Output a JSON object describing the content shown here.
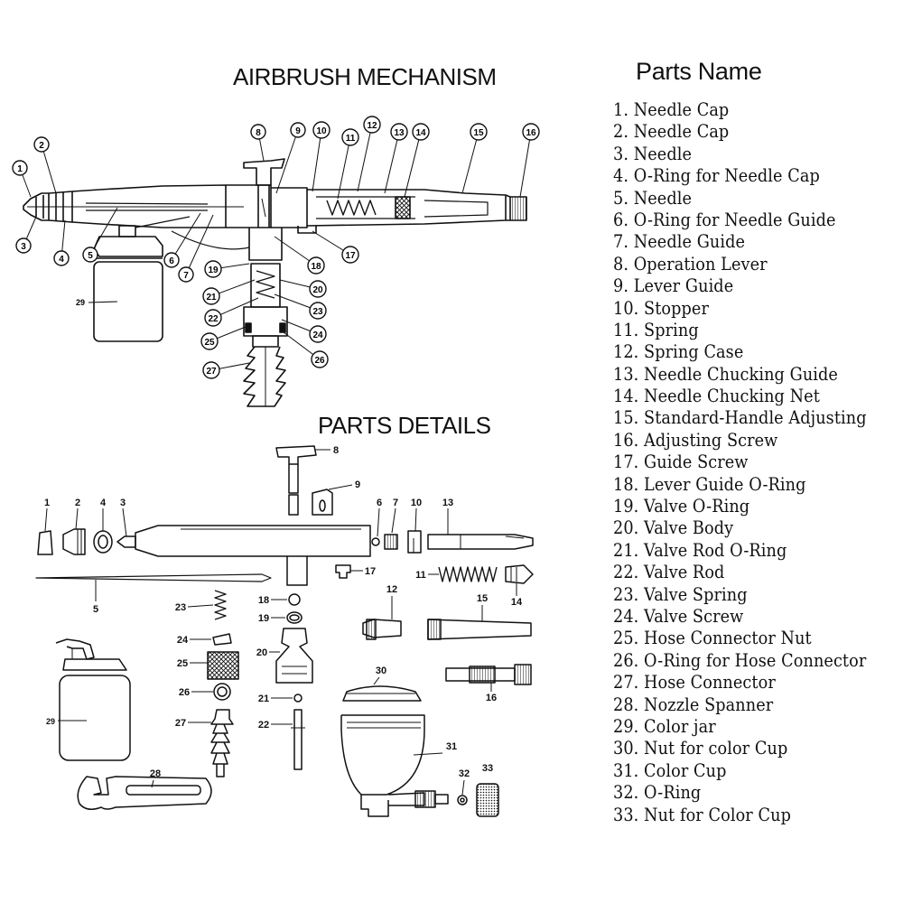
{
  "titles": {
    "mechanism": "AIRBRUSH MECHANISM",
    "details": "PARTS DETAILS",
    "parts_name": "Parts Name"
  },
  "parts": [
    "1. Needle Cap",
    "2. Needle Cap",
    "3. Needle",
    "4. O-Ring for Needle Cap",
    "5. Needle",
    "6. O-Ring for Needle Guide",
    "7. Needle Guide",
    "8. Operation Lever",
    "9. Lever Guide",
    "10. Stopper",
    "11. Spring",
    "12. Spring Case",
    "13. Needle Chucking Guide",
    "14. Needle Chucking Net",
    "15. Standard-Handle Adjusting",
    "16. Adjusting Screw",
    "17. Guide Screw",
    "18. Lever Guide O-Ring",
    "19. Valve O-Ring",
    "20. Valve Body",
    "21. Valve Rod O-Ring",
    "22. Valve Rod",
    "23. Valve Spring",
    "24. Valve Screw",
    "25. Hose Connector Nut",
    "26. O-Ring for Hose Connector",
    "27. Hose Connector",
    "28. Nozzle Spanner",
    "29. Color jar",
    "30. Nut for color Cup",
    "31. Color Cup",
    "32. O-Ring",
    "33. Nut for Color Cup"
  ],
  "mechanism_callouts": [
    "1",
    "2",
    "3",
    "4",
    "5",
    "6",
    "7",
    "8",
    "9",
    "10",
    "11",
    "12",
    "13",
    "14",
    "15",
    "16",
    "17",
    "18",
    "19",
    "20",
    "21",
    "22",
    "23",
    "24",
    "25",
    "26",
    "27"
  ],
  "mechanism_jar_label": "29",
  "detail_labels": [
    "1",
    "2",
    "4",
    "3",
    "5",
    "8",
    "9",
    "6",
    "7",
    "10",
    "13",
    "17",
    "11",
    "14",
    "12",
    "15",
    "16",
    "18",
    "19",
    "20",
    "21",
    "22",
    "23",
    "24",
    "25",
    "26",
    "27",
    "28",
    "29",
    "30",
    "31",
    "32",
    "33"
  ]
}
